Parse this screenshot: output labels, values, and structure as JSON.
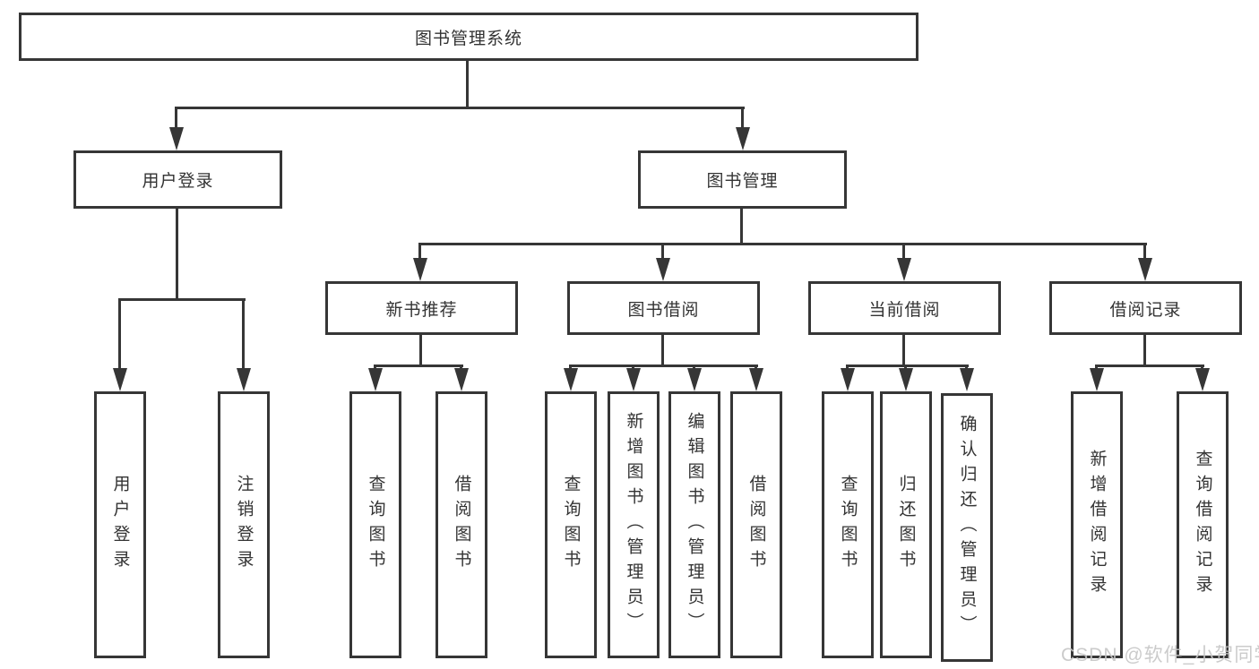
{
  "colors": {
    "line": "#363636",
    "text": "#333333",
    "bg": "#ffffff",
    "watermark": "#c6c6c6"
  },
  "watermark": {
    "text": "CSDN @软件_小贺同学"
  },
  "tree": {
    "label": "图书管理系统",
    "children": [
      {
        "label": "用户登录",
        "children": [
          {
            "label": "用户登录"
          },
          {
            "label": "注销登录"
          }
        ]
      },
      {
        "label": "图书管理",
        "children": [
          {
            "label": "新书推荐",
            "children": [
              {
                "label": "查询图书"
              },
              {
                "label": "借阅图书"
              }
            ]
          },
          {
            "label": "图书借阅",
            "children": [
              {
                "label": "查询图书"
              },
              {
                "label": "新增图书（管理员）"
              },
              {
                "label": "编辑图书（管理员）"
              },
              {
                "label": "借阅图书"
              }
            ]
          },
          {
            "label": "当前借阅",
            "children": [
              {
                "label": "查询图书"
              },
              {
                "label": "归还图书"
              },
              {
                "label": "确认归还（管理员）"
              }
            ]
          },
          {
            "label": "借阅记录",
            "children": [
              {
                "label": "新增借阅记录"
              },
              {
                "label": "查询借阅记录"
              }
            ]
          }
        ]
      }
    ]
  }
}
